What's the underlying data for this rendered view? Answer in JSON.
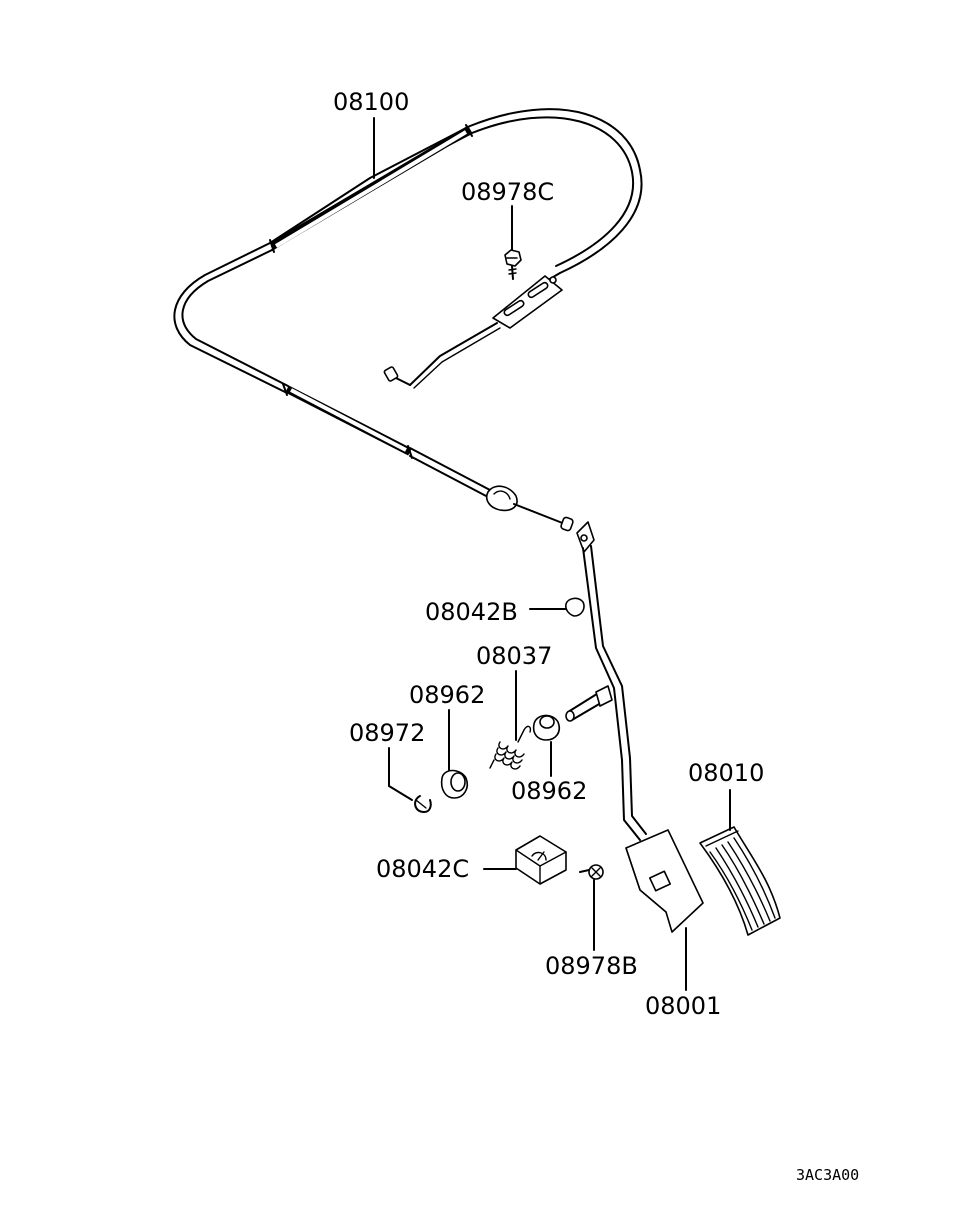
{
  "diagram": {
    "drawing_code": "3AC3A00",
    "colors": {
      "line": "#000000",
      "background": "#ffffff"
    },
    "labels": {
      "cable": "08100",
      "bolt_top": "08978C",
      "stopper_b": "08042B",
      "spring": "08037",
      "bushing_left": "08962",
      "bushing_right": "08962",
      "clip": "08972",
      "stopper_c": "08042C",
      "bolt_bottom": "08978B",
      "pad": "08010",
      "pedal": "08001"
    }
  }
}
